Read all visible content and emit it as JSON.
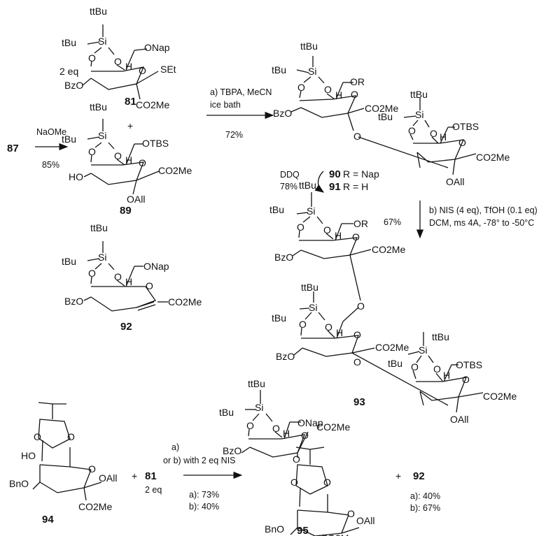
{
  "compounds": {
    "c81": {
      "number": "81",
      "equiv": "2 eq",
      "si": "Si",
      "tbu_top": "tBu",
      "tbu_left": "tBu",
      "o": "O",
      "h": "H",
      "onap": "ONap",
      "sub": "SEt",
      "ester": "CO2Me",
      "acyl": "BzO"
    },
    "c89": {
      "number": "89",
      "si": "Si",
      "tbu_top": "tBu",
      "tbu_left": "tBu",
      "o": "O",
      "h": "H",
      "otbs": "OTBS",
      "ester": "CO2Me",
      "ho": "HO",
      "oall": "OAll"
    },
    "c87": {
      "number": "87"
    },
    "c90": {
      "number": "90",
      "desc": "R = Nap"
    },
    "c91": {
      "number": "91",
      "desc": "R = H"
    },
    "c92": {
      "number": "92",
      "si": "Si",
      "tbu_top": "tBu",
      "tbu_left": "tBu",
      "o": "O",
      "h": "H",
      "onap": "ONap",
      "ester": "CO2Me",
      "acyl": "BzO"
    },
    "c93": {
      "number": "93"
    },
    "c94": {
      "number": "94",
      "ho": "HO",
      "bno": "BnO",
      "oall": "OAll",
      "ester": "CO2Me",
      "o": "O"
    },
    "c95": {
      "number": "95"
    },
    "dimer": {
      "tbu": "tBu",
      "si": "Si",
      "o": "O",
      "h": "H",
      "or": "OR",
      "acyl": "BzO",
      "ester": "CO2Me",
      "otbs": "OTBS",
      "oall": "OAll"
    },
    "c95_parts": {
      "onap": "ONap",
      "bno": "BnO",
      "oall": "OAll",
      "ester": "CO2Me"
    }
  },
  "reactions": {
    "r1": {
      "reagent": "NaOMe",
      "yield": "85%"
    },
    "r2": {
      "reagent_a": "a) TBPA, MeCN",
      "reagent_b": "ice bath",
      "yield": "72%",
      "plus": "+"
    },
    "r3": {
      "reagent": "DDQ",
      "yield": "78%"
    },
    "r4": {
      "reagent_a": "b) NIS (4 eq), TfOH (0.1 eq)",
      "reagent_b": "DCM, ms 4A, -78° to -50°C",
      "yield": "67%"
    },
    "r5": {
      "line_a": "a)",
      "line_b": "or b) with 2 eq NIS",
      "plus": "+",
      "equiv": "2 eq",
      "yield_a": "a): 73%",
      "yield_b": "b): 40%"
    },
    "r6": {
      "plus": "+",
      "yield_a": "a): 40%",
      "yield_b": "b): 67%"
    }
  }
}
